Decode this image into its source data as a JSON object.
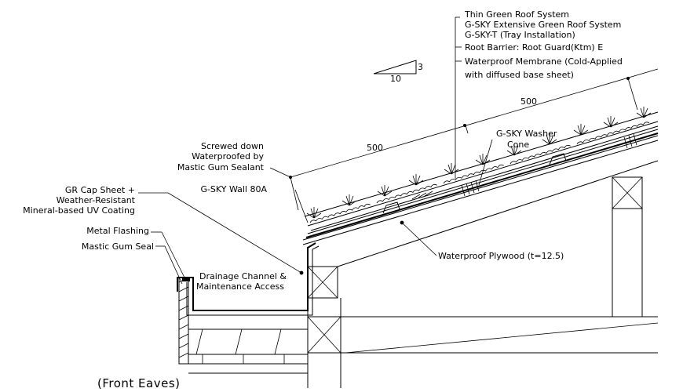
{
  "labels": {
    "thin_green_roof": "Thin Green Roof System",
    "gsky_extensive": "G-SKY Extensive Green Roof System",
    "gsky_t": "G-SKY-T (Tray Installation)",
    "root_barrier": "Root Barrier: Root Guard(Ktm) E",
    "membrane_1": "Waterproof Membrane (Cold-Applied",
    "membrane_2": "with diffused base sheet)",
    "screwed_1": "Screwed down",
    "screwed_2": "Waterproofed by",
    "screwed_3": "Mastic Gum Sealant",
    "gsky_wall": "G-SKY Wall 80A",
    "cap_sheet_1": "GR Cap Sheet +",
    "cap_sheet_2": "Weather-Resistant",
    "cap_sheet_3": "Mineral-based UV Coating",
    "metal_flashing": "Metal Flashing",
    "mastic_gum_seal": "Mastic Gum Seal",
    "drainage_1": "Drainage Channel &",
    "drainage_2": "Maintenance Access",
    "washer_1": "G-SKY Washer",
    "washer_2": "Cone",
    "plywood": "Waterproof Plywood (t=12.5)",
    "caption": "(Front Eaves)"
  },
  "slope": {
    "rise": "3",
    "run": "10"
  },
  "dimensions": {
    "upper": "500",
    "lower": "500"
  }
}
